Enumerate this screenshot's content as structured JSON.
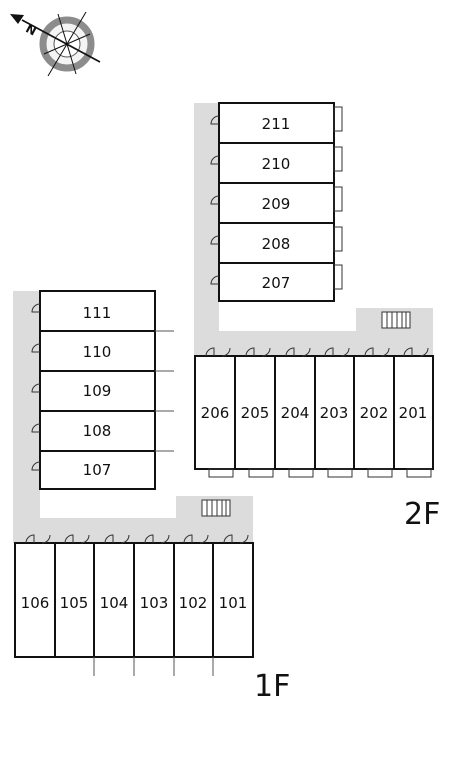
{
  "compass": {
    "north_letter": "N"
  },
  "floors": [
    {
      "label": "1F",
      "left_column_units": [
        "111",
        "110",
        "109",
        "108",
        "107"
      ],
      "bottom_row_units": [
        "106",
        "105",
        "104",
        "103",
        "102",
        "101"
      ]
    },
    {
      "label": "2F",
      "left_column_units": [
        "211",
        "210",
        "209",
        "208",
        "207"
      ],
      "bottom_row_units": [
        "206",
        "205",
        "204",
        "203",
        "202",
        "201"
      ]
    }
  ],
  "colors": {
    "corridor": "#dcdcdc",
    "wall": "#111111",
    "background": "#ffffff",
    "compass_ring": "#8c8c8c"
  }
}
